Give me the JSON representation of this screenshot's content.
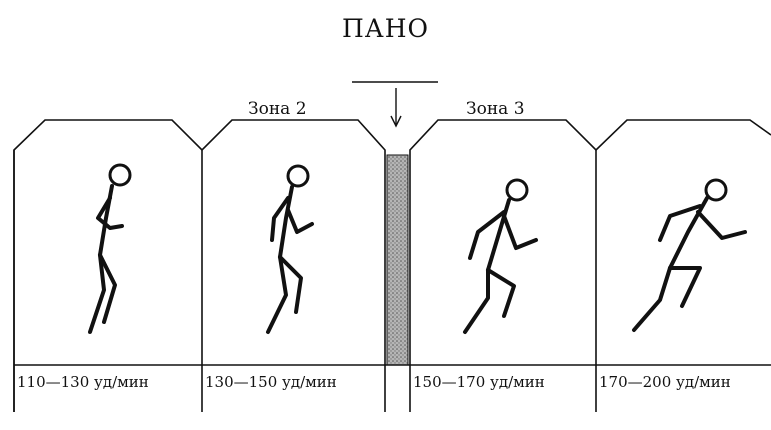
{
  "title": "ПАНО",
  "zones": [
    {
      "label": "Зона 2"
    },
    {
      "label": "Зона 3"
    }
  ],
  "panels": [
    {
      "rate": "110—130 уд/мин",
      "figure": "walking-figure-icon"
    },
    {
      "rate": "130—150 уд/мин",
      "figure": "jogging-figure-icon"
    },
    {
      "rate": "150—170 уд/мин",
      "figure": "running-figure-icon"
    },
    {
      "rate": "170—200 уд/мин",
      "figure": "sprinting-figure-icon"
    }
  ],
  "colors": {
    "line": "#111111",
    "divider_fill": "#9a9a9a"
  }
}
